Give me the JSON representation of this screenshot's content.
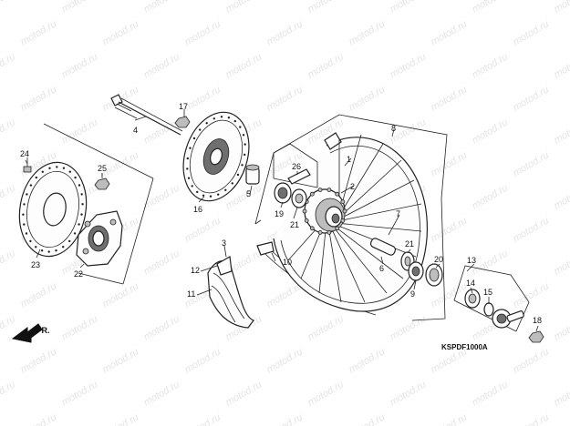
{
  "watermark": "motod.ru",
  "diagram_code": "KSPDF1000A",
  "direction_label": "FR.",
  "part_labels": {
    "p1": "1",
    "p2": "2",
    "p3": "3",
    "p4": "4",
    "p5": "5",
    "p6": "6",
    "p7": "7",
    "p8": "8",
    "p9": "9",
    "p10": "10",
    "p11": "11",
    "p12": "12",
    "p13": "13",
    "p14": "14",
    "p15": "15",
    "p16": "16",
    "p17": "17",
    "p18": "18",
    "p19": "19",
    "p20": "20",
    "p21a": "21",
    "p21b": "21",
    "p22": "22",
    "p23": "23",
    "p24": "24",
    "p25": "25",
    "p26": "26"
  },
  "colors": {
    "line": "#222222",
    "watermark": "#e4e4e4",
    "background": "#ffffff"
  }
}
